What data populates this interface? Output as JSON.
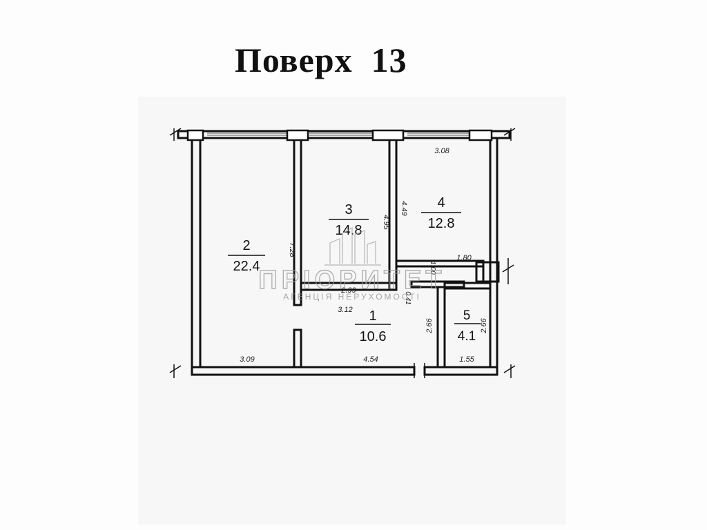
{
  "title": "Поверх  13",
  "rooms": [
    {
      "id": "2",
      "area": "22.4"
    },
    {
      "id": "3",
      "area": "14.8"
    },
    {
      "id": "4",
      "area": "12.8"
    },
    {
      "id": "1",
      "area": "10.6"
    },
    {
      "id": "5",
      "area": "4.1"
    }
  ],
  "dimensions": {
    "top_right": "3.08",
    "hall_left": "7.28",
    "room3_right": "4.95",
    "room4_left": "4.49",
    "corridor_top": "1.80",
    "small_v1": "1.00",
    "small_v2": "0.41",
    "room3_bottom": "2.99",
    "hall_upper": "3.12",
    "bath_left": "2.66",
    "bath_right": "2.66",
    "bottom_left": "3.09",
    "bottom_mid": "4.54",
    "bottom_right": "1.55"
  },
  "watermark": {
    "brand": "ПРІОРИТЕТ",
    "tagline": "АГЕНЦІЯ НЕРУХОМОСТІ"
  }
}
